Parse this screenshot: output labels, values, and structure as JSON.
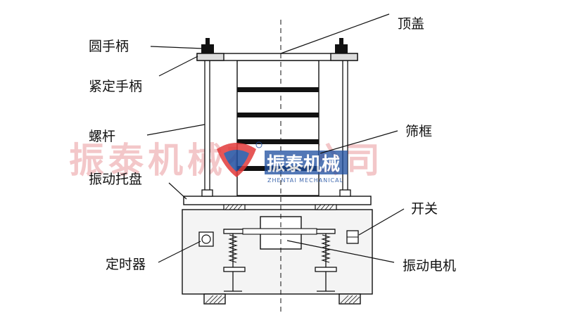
{
  "labels": {
    "top_cover": "顶盖",
    "round_handle": "圆手柄",
    "lock_handle": "紧定手柄",
    "screw_rod": "螺杆",
    "sieve_frame": "筛框",
    "vibration_tray": "振动托盘",
    "switch": "开关",
    "timer": "定时器",
    "vibration_motor": "振动电机"
  },
  "watermark": {
    "text": "振泰机械有限公司",
    "logo_text": "振泰机械",
    "logo_sub": "ZHENTAI MECHANICAL"
  },
  "colors": {
    "line": "#111111",
    "fill_light": "#f4f4f4",
    "watermark": "#f2c2c4",
    "logo_red": "#e23a3a",
    "logo_blue": "#1f4fa0"
  }
}
